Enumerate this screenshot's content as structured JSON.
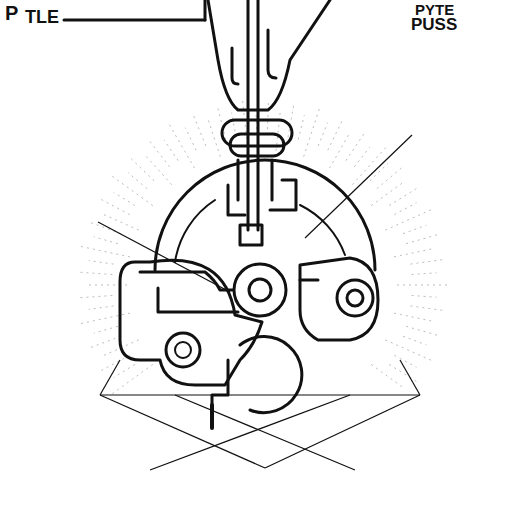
{
  "diagram": {
    "labels": [
      "P",
      "TLE",
      "PYTE",
      "PUSS"
    ]
  }
}
